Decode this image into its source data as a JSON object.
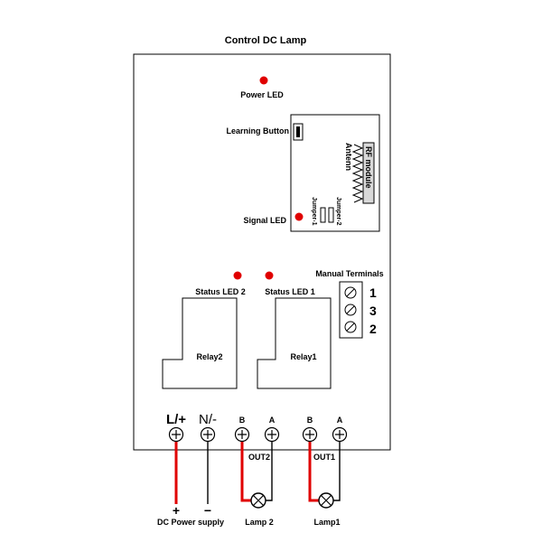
{
  "title": "Control DC Lamp",
  "labels": {
    "power_led": "Power LED",
    "learning_button": "Learning Button",
    "signal_led": "Signal LED",
    "rf_module": "RF module",
    "antenna": "Antenn",
    "jumper_1": "Jumper-1",
    "jumper_2": "Jumper-2",
    "status_led_2": "Status LED 2",
    "status_led_1": "Status LED 1",
    "manual_terminals": "Manual Terminals",
    "relay2": "Relay2",
    "relay1": "Relay1",
    "out2": "OUT2",
    "out1": "OUT1",
    "lamp2": "Lamp 2",
    "lamp1": "Lamp1",
    "dc_power_supply": "DC Power supply",
    "plus": "+",
    "minus": "−"
  },
  "manual_terminal_numbers": [
    "1",
    "3",
    "2"
  ],
  "terminals": {
    "l_plus": "L/+",
    "n_minus": "N/-",
    "out2_b": "B",
    "out2_a": "A",
    "out1_b": "B",
    "out1_a": "A"
  },
  "colors": {
    "led": "#e00000",
    "wire_positive": "#e00000",
    "wire": "#000000"
  }
}
